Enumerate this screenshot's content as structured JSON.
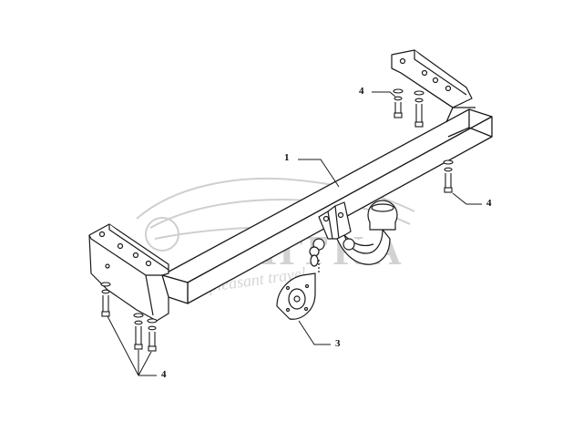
{
  "callouts": {
    "part_1": "1",
    "part_3": "3",
    "part_4_top": "4",
    "part_4_right": "4",
    "part_4_bottom": "4"
  },
  "watermark": {
    "brand": "AHTKA",
    "slogan": "pleasant travel",
    "color": "#c9c9c9"
  },
  "colors": {
    "line": "#1a1a1a",
    "background": "#ffffff"
  }
}
